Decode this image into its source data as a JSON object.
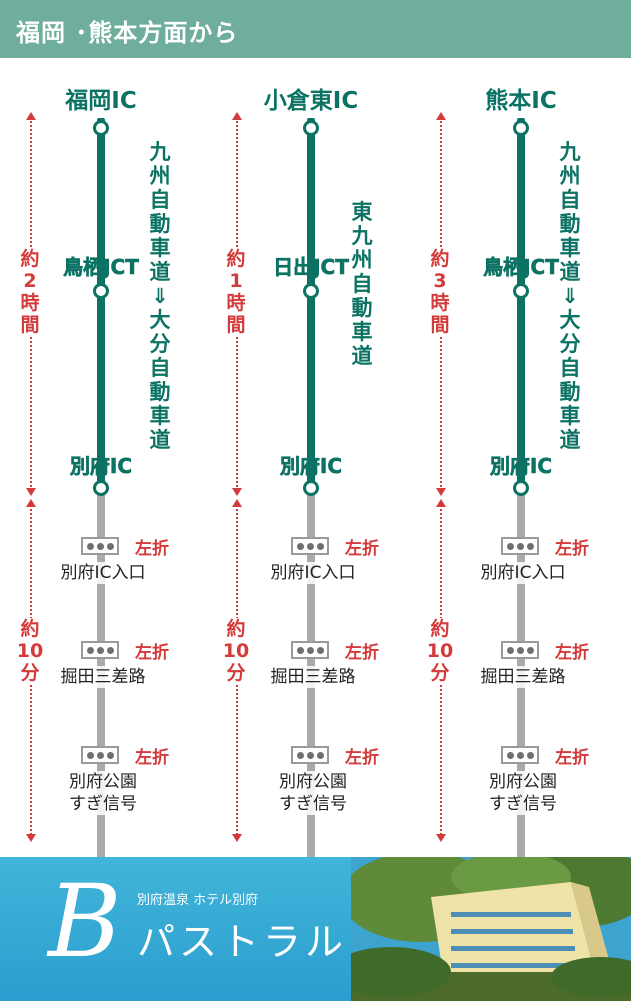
{
  "header": {
    "title": "福岡 ･熊本方面から"
  },
  "routes": [
    {
      "start": "福岡IC",
      "junction": "鳥栖JCT",
      "end": "別府IC",
      "expressway": "九州自動車道⇓大分自動車道",
      "highway_time": "約2時間",
      "local_time": "約10分",
      "stops": [
        {
          "name": "別府IC入口",
          "turn": "左折"
        },
        {
          "name": "掘田三差路",
          "turn": "左折"
        },
        {
          "name": "別府公園\nすぎ信号",
          "turn": "左折"
        }
      ]
    },
    {
      "start": "小倉東IC",
      "junction": "日出JCT",
      "end": "別府IC",
      "expressway": "東九州自動車道",
      "highway_time": "約1時間",
      "local_time": "約10分",
      "stops": [
        {
          "name": "別府IC入口",
          "turn": "左折"
        },
        {
          "name": "掘田三差路",
          "turn": "左折"
        },
        {
          "name": "別府公園\nすぎ信号",
          "turn": "左折"
        }
      ]
    },
    {
      "start": "熊本IC",
      "junction": "鳥栖JCT",
      "end": "別府IC",
      "expressway": "九州自動車道⇓大分自動車道",
      "highway_time": "約3時間",
      "local_time": "約10分",
      "stops": [
        {
          "name": "別府IC入口",
          "turn": "左折"
        },
        {
          "name": "掘田三差路",
          "turn": "左折"
        },
        {
          "name": "別府公園\nすぎ信号",
          "turn": "左折"
        }
      ]
    }
  ],
  "footer": {
    "logo_letter": "B",
    "subtitle": "別府温泉 ホテル別府",
    "name": "パストラル"
  },
  "colors": {
    "header_bg": "#6fae9c",
    "route_green": "#0c7364",
    "time_red": "#d33a3a",
    "road_gray": "#aaaaaa",
    "footer_blue": "#2b9dcf"
  },
  "icons": {
    "signal": "traffic-signal-icon",
    "node": "interchange-node-icon"
  }
}
